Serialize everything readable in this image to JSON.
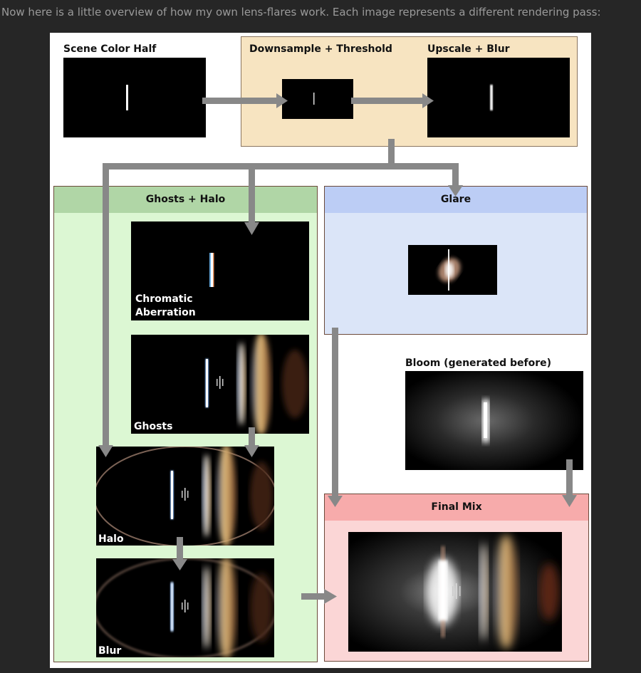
{
  "intro_text": "Now here is a little overview of how my own lens-flares work. Each image represents a different rendering pass:",
  "diagram": {
    "scene_color_label": "Scene Color Half",
    "downsample_label": "Downsample + Threshold",
    "upscale_label": "Upscale + Blur",
    "ghosts_halo_title": "Ghosts + Halo",
    "glare_title": "Glare",
    "chromatic_label_line1": "Chromatic",
    "chromatic_label_line2": "Aberration",
    "ghosts_label": "Ghosts",
    "halo_label": "Halo",
    "blur_label": "Blur",
    "bloom_label": "Bloom (generated before)",
    "final_mix_title": "Final Mix"
  },
  "colors": {
    "page_bg": "#262626",
    "arrow": "#888888",
    "downsample_box": "#f7e4c1",
    "ghosts_box": "#dcf7d3",
    "ghosts_header": "#b0d6a6",
    "glare_box": "#dbe5f8",
    "glare_header": "#bccdf5",
    "final_box": "#fbd6d6",
    "final_header": "#f7abab"
  }
}
